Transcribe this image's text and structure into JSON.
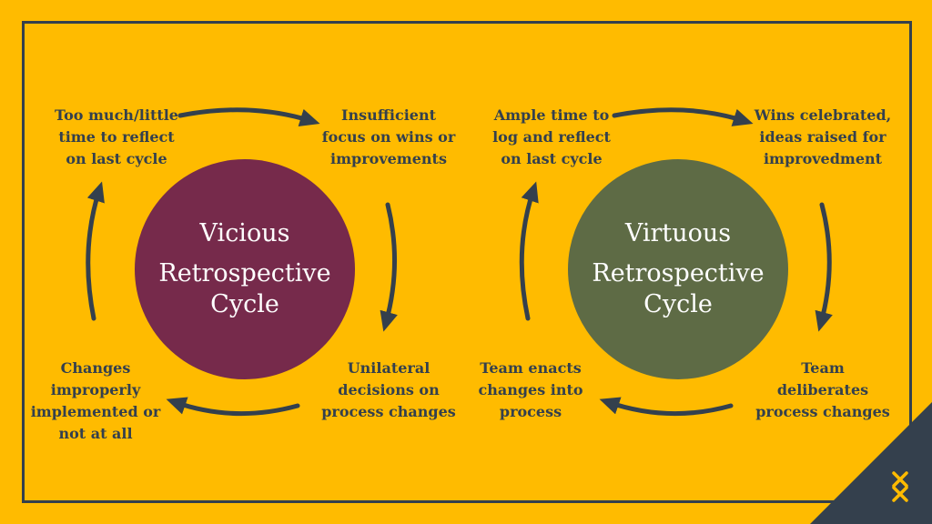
{
  "colors": {
    "background": "#FFBB00",
    "frame": "#34404D",
    "vicious_circle": "#762A4B",
    "virtuous_circle": "#5E6B45",
    "logo_accent": "#FFBB00"
  },
  "vicious": {
    "title": [
      "Vicious",
      "Retrospective",
      "Cycle"
    ],
    "nodes": {
      "top_left": [
        "Too much/little",
        "time to reflect",
        "on last cycle"
      ],
      "top_right": [
        "Insufficient",
        "focus on wins or",
        "improvements"
      ],
      "bottom_right": [
        "Unilateral",
        "decisions on",
        "process changes"
      ],
      "bottom_left": [
        "Changes",
        "improperly",
        "implemented or",
        "not at all"
      ]
    }
  },
  "virtuous": {
    "title": [
      "Virtuous",
      "Retrospective",
      "Cycle"
    ],
    "nodes": {
      "top_left": [
        "Ample time to",
        "log and reflect",
        "on last cycle"
      ],
      "top_right": [
        "Wins celebrated,",
        "ideas raised for",
        "improvedment"
      ],
      "bottom_right": [
        "Team",
        "deliberates",
        "process changes"
      ],
      "bottom_left": [
        "Team enacts",
        "changes into",
        "process"
      ]
    }
  },
  "logo_icon": "brand-logo-icon"
}
